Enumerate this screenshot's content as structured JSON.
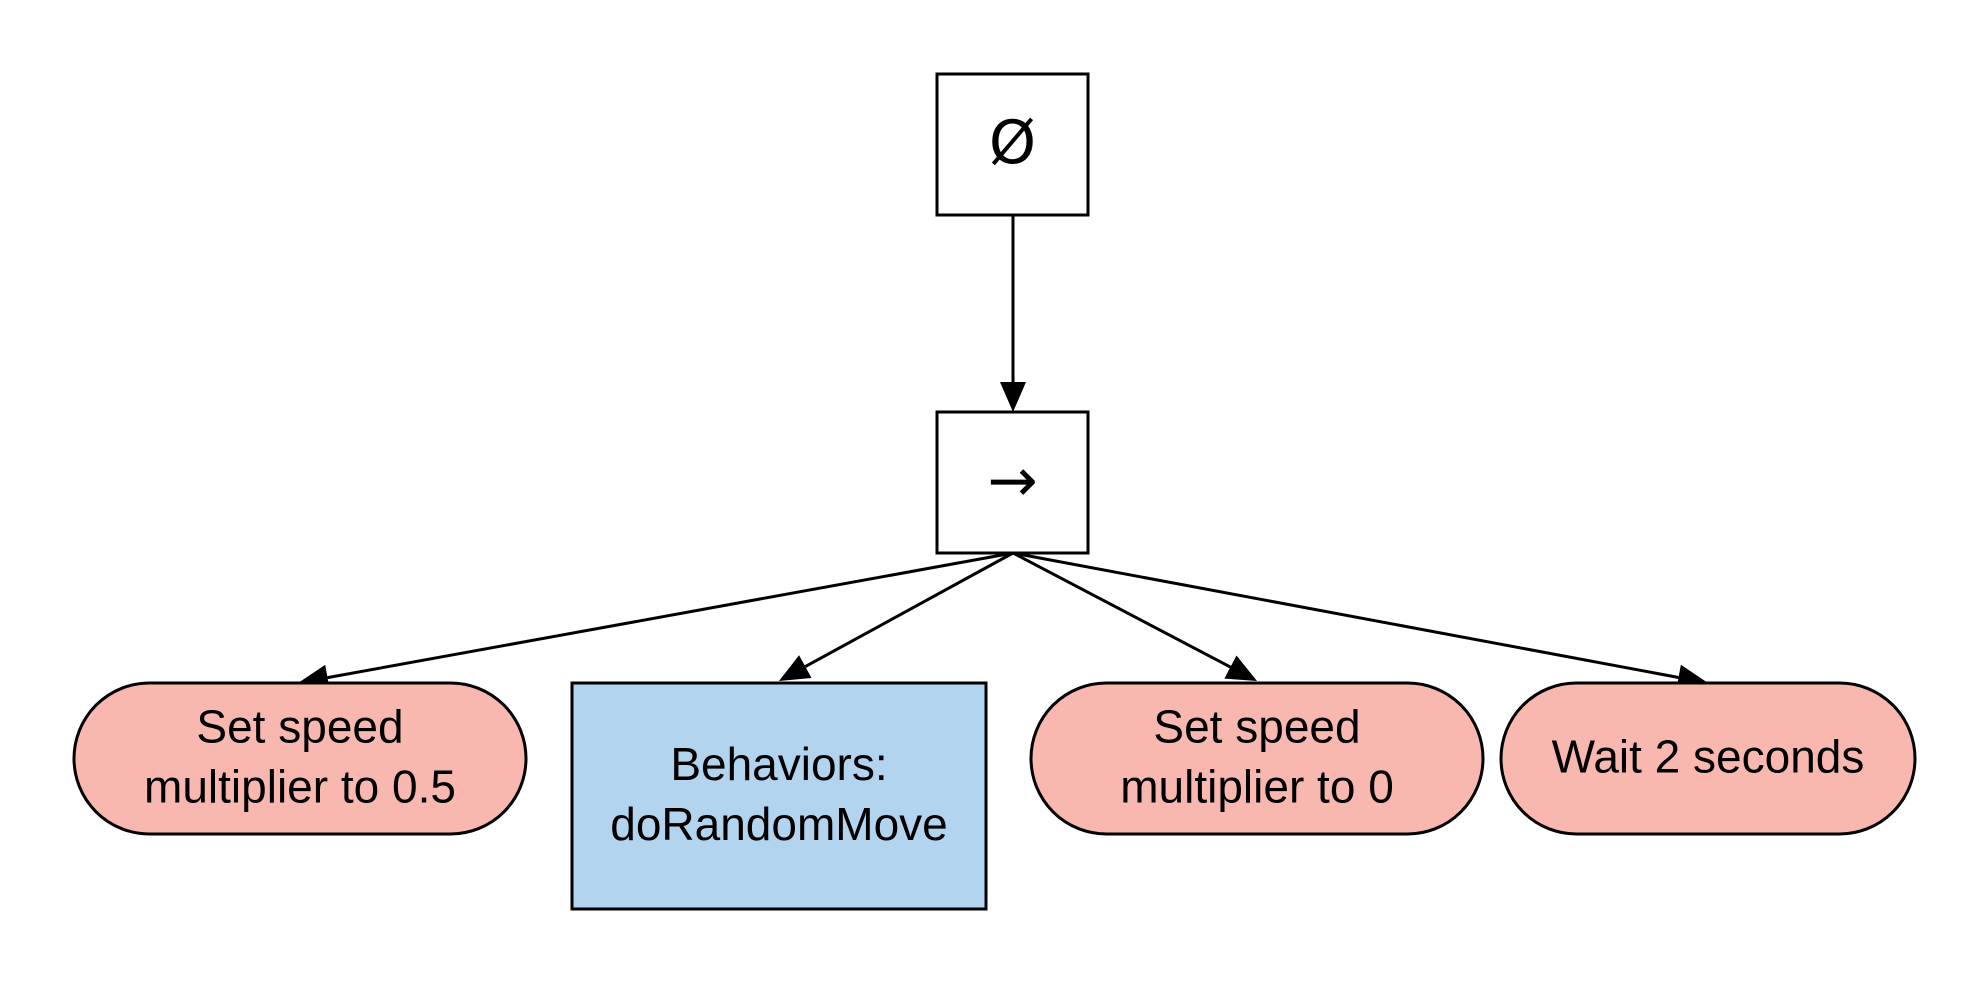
{
  "colors": {
    "action_fill": "#f9b8af",
    "behavior_fill": "#b3d4ef",
    "control_fill": "#ffffff",
    "stroke": "#000000"
  },
  "nodes": [
    {
      "id": "root",
      "kind": "control",
      "shape": "rect",
      "lines": [
        "Ø"
      ]
    },
    {
      "id": "sequence",
      "kind": "control",
      "shape": "rect",
      "lines": [
        "→"
      ]
    },
    {
      "id": "set-speed-half",
      "kind": "action",
      "shape": "pill",
      "lines": [
        "Set speed",
        "multiplier to 0.5"
      ]
    },
    {
      "id": "behaviors",
      "kind": "behavior",
      "shape": "rect",
      "lines": [
        "Behaviors:",
        "doRandomMove"
      ]
    },
    {
      "id": "set-speed-zero",
      "kind": "action",
      "shape": "pill",
      "lines": [
        "Set speed",
        "multiplier to 0"
      ]
    },
    {
      "id": "wait",
      "kind": "action",
      "shape": "pill",
      "lines": [
        "Wait 2 seconds"
      ]
    }
  ],
  "edges": [
    {
      "from": "root",
      "to": "sequence"
    },
    {
      "from": "sequence",
      "to": "set-speed-half"
    },
    {
      "from": "sequence",
      "to": "behaviors"
    },
    {
      "from": "sequence",
      "to": "set-speed-zero"
    },
    {
      "from": "sequence",
      "to": "wait"
    }
  ]
}
